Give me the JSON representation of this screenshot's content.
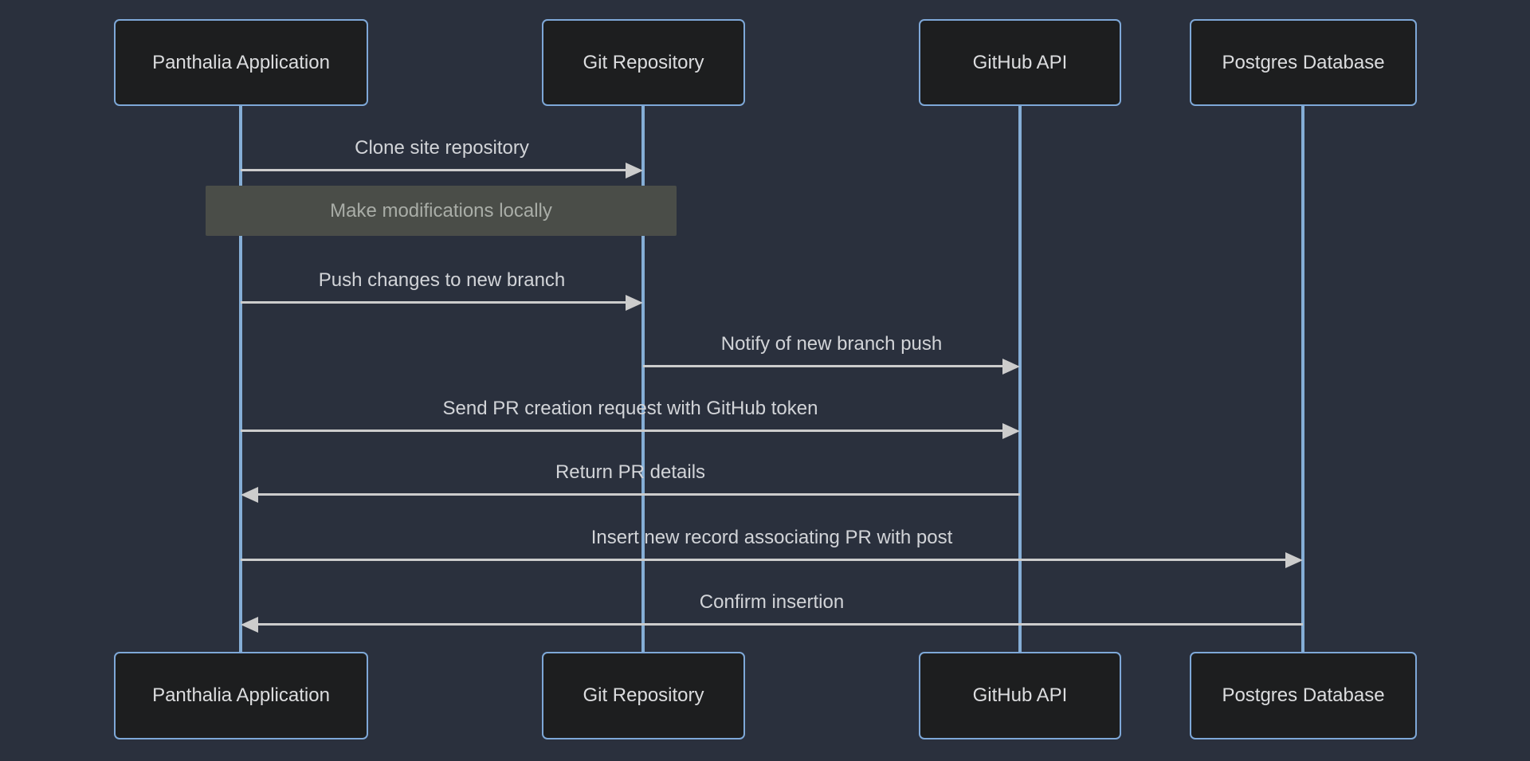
{
  "diagram": {
    "type": "sequence-diagram",
    "actors": [
      {
        "name": "Panthalia Application"
      },
      {
        "name": "Git Repository"
      },
      {
        "name": "GitHub API"
      },
      {
        "name": "Postgres Database"
      }
    ],
    "messages": [
      {
        "kind": "arrow",
        "from": "Panthalia Application",
        "to": "Git Repository",
        "label": "Clone site repository"
      },
      {
        "kind": "note",
        "over": "Panthalia Application, Git Repository",
        "label": "Make modifications locally"
      },
      {
        "kind": "arrow",
        "from": "Panthalia Application",
        "to": "Git Repository",
        "label": "Push changes to new branch"
      },
      {
        "kind": "arrow",
        "from": "Git Repository",
        "to": "GitHub API",
        "label": "Notify of new branch push"
      },
      {
        "kind": "arrow",
        "from": "Panthalia Application",
        "to": "GitHub API",
        "label": "Send PR creation request with GitHub token"
      },
      {
        "kind": "arrow",
        "from": "GitHub API",
        "to": "Panthalia Application",
        "label": "Return PR details"
      },
      {
        "kind": "arrow",
        "from": "Panthalia Application",
        "to": "Postgres Database",
        "label": "Insert new record associating PR with post"
      },
      {
        "kind": "arrow",
        "from": "Postgres Database",
        "to": "Panthalia Application",
        "label": "Confirm insertion"
      }
    ],
    "colors": {
      "background": "#2a303d",
      "actor_fill": "#1d1e1f",
      "actor_border": "#7ea8d8",
      "actor_text": "#dcdddf",
      "lifeline": "#85aed6",
      "message_line": "#cccccc",
      "message_text": "#d2d4d8",
      "note_fill": "#4a4d48",
      "note_text": "#a9ada7"
    }
  }
}
